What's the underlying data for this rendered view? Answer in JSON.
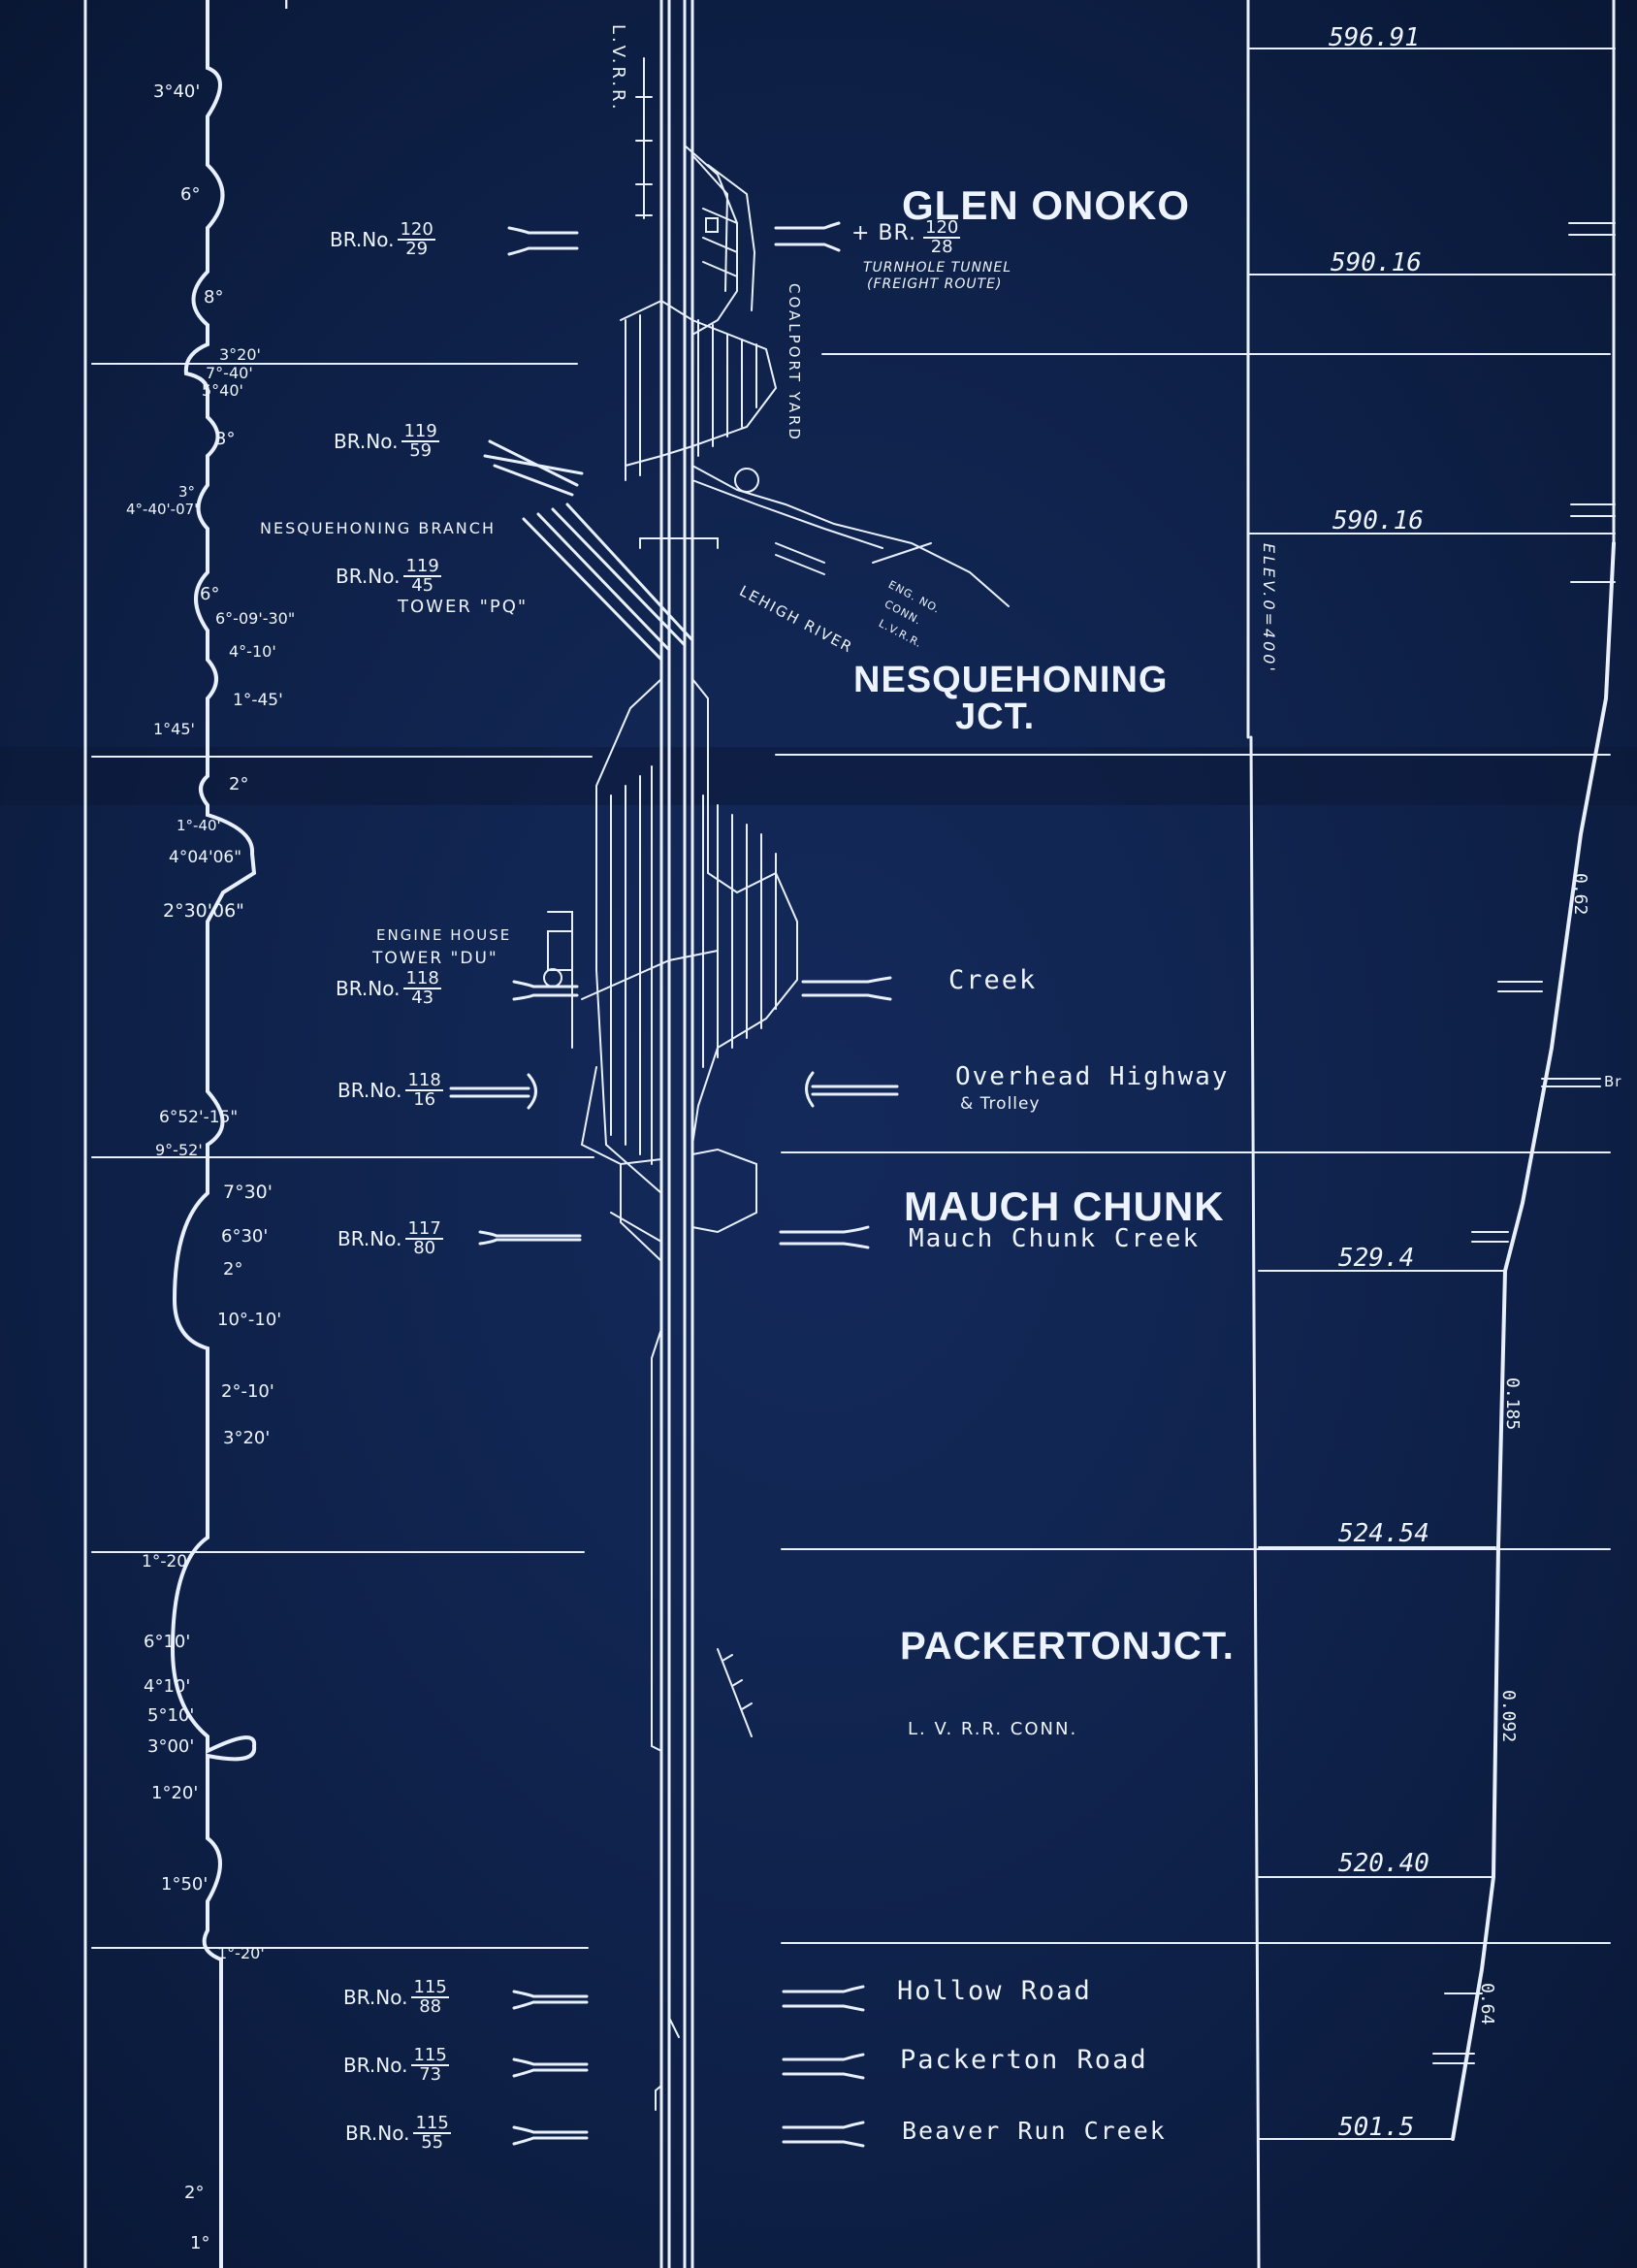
{
  "top": {
    "marker": "I",
    "lvrr": "L.V.R.R."
  },
  "stations": {
    "glen_onoko": "GLEN ONOKO",
    "nesquehoning": "NESQUEHONING",
    "nesquehoning_jct": "JCT.",
    "mauch_chunk": "MAUCH CHUNK",
    "packerton": "PACKERTONJCT."
  },
  "labels": {
    "br_120_28_prefix": "+ BR.",
    "turnhole": "TURNHOLE TUNNEL",
    "freight_route": "(FREIGHT ROUTE)",
    "coalport_yard": "COALPORT YARD",
    "nesquehoning_branch": "NESQUEHONING BRANCH",
    "tower_pq": "TOWER \"PQ\"",
    "lehigh_river": "LEHIGH RIVER",
    "eng_no": "ENG. NO.",
    "conn": "CONN.",
    "lvrr_conn_small": "L.V.R.R.",
    "engine_house": "ENGINE HOUSE",
    "tower_du": "TOWER \"DU\"",
    "creek": "Creek",
    "overhead_highway": "Overhead Highway",
    "trolley": "& Trolley",
    "mauch_chunk_creek": "Mauch Chunk Creek",
    "lvrr_conn": "L. V. R.R. CONN.",
    "hollow_road": "Hollow Road",
    "packerton_road": "Packerton Road",
    "beaver_run": "Beaver Run Creek",
    "elev_note": "ELEV.0=400'",
    "br_cut": "Br"
  },
  "bridges": [
    {
      "prefix": "BR.No.",
      "num": "120",
      "den": "29"
    },
    {
      "prefix": "",
      "num": "120",
      "den": "28"
    },
    {
      "prefix": "BR.No.",
      "num": "119",
      "den": "59"
    },
    {
      "prefix": "BR.No.",
      "num": "119",
      "den": "45"
    },
    {
      "prefix": "BR.No.",
      "num": "118",
      "den": "43"
    },
    {
      "prefix": "BR.No.",
      "num": "118",
      "den": "16"
    },
    {
      "prefix": "BR.No.",
      "num": "117",
      "den": "80"
    },
    {
      "prefix": "BR.No.",
      "num": "115",
      "den": "88"
    },
    {
      "prefix": "BR.No.",
      "num": "115",
      "den": "73"
    },
    {
      "prefix": "BR.No.",
      "num": "115",
      "den": "55"
    }
  ],
  "curves": [
    "3°40'",
    "6°",
    "8°",
    "3°20'",
    "7°-40'",
    "5°40'",
    "3°",
    "3°",
    "4°-40'-07\"",
    "6°",
    "6°-09'-30\"",
    "4°-10'",
    "1°-45'",
    "1°45'",
    "2°",
    "1°-40'",
    "4°04'06\"",
    "2°30'06\"",
    "6°52'-15\"",
    "9°-52'",
    "7°30'",
    "6°30'",
    "2°",
    "10°-10'",
    "2°-10'",
    "3°20'",
    "1°-20'",
    "6°10'",
    "4°10'",
    "5°10'",
    "3°00'",
    "1°20'",
    "1°50'",
    "1°-20'",
    "2°",
    "1°"
  ],
  "elevations": [
    "596.91",
    "590.16",
    "590.16",
    "529.4",
    "524.54",
    "520.40",
    "501.5"
  ],
  "grades": [
    "0.62",
    "0.185",
    "0.092",
    "0.64"
  ]
}
